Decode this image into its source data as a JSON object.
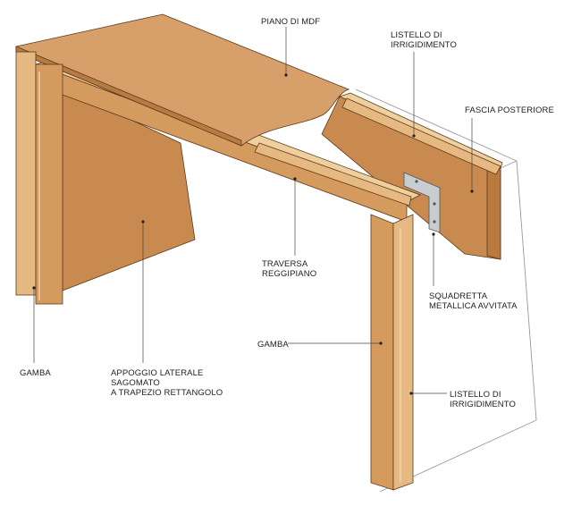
{
  "labels": {
    "piano": "PIANO DI MDF",
    "listello_top_1": "LISTELLO DI",
    "listello_top_2": "IRRIGIDIMENTO",
    "fascia": "FASCIA POSTERIORE",
    "traversa_1": "TRAVERSA",
    "traversa_2": "REGGIPIANO",
    "squadretta_1": "SQUADRETTA",
    "squadretta_2": "METALLICA AVVITATA",
    "gamba_mid": "GAMBA",
    "gamba_left": "GAMBA",
    "appoggio_1": "APPOGGIO LATERALE",
    "appoggio_2": "SAGOMATO",
    "appoggio_3": "A TRAPEZIO RETTANGOLO",
    "listello_bot_1": "LISTELLO DI",
    "listello_bot_2": "IRRIGIDIMENTO"
  },
  "colors": {
    "wood_light": "#e7b982",
    "wood_mid": "#d59a5e",
    "wood_dark": "#b97a40",
    "mdf_top": "#d7a06a",
    "mdf_panel": "#c98a4f",
    "edge_light": "#f3dcb4",
    "metal": "#c8cdd2",
    "ghost_line": "#9a9a9a"
  }
}
